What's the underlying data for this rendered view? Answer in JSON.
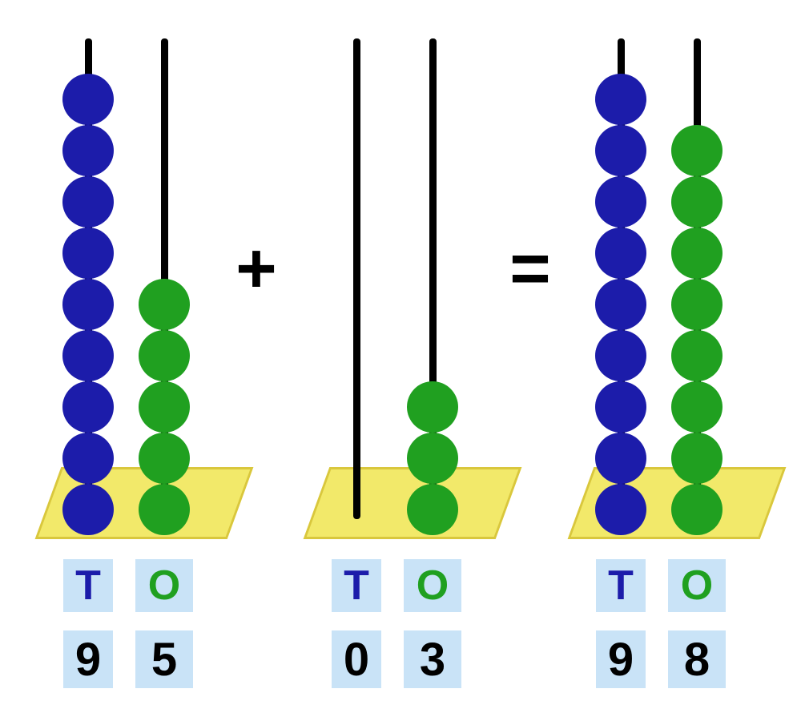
{
  "figure": {
    "type": "abacus-addition-diagram",
    "description": "Three place-value abacuses showing two-digit addition with tens and ones rods"
  },
  "operators": {
    "plus": "+",
    "equals": "="
  },
  "colors": {
    "bead_tens": "#1c1caa",
    "bead_ones": "#20a020",
    "base": "#f2e96a",
    "base_border": "#d9c73d",
    "box": "#c9e3f7",
    "label_tens": "#1c1caa",
    "label_ones": "#20a020",
    "digit": "#000000"
  },
  "abacuses": [
    {
      "name": "first-addend",
      "tens_label": "T",
      "ones_label": "O",
      "tens_beads": 9,
      "ones_beads": 5,
      "tens_digit": "9",
      "ones_digit": "5"
    },
    {
      "name": "second-addend",
      "tens_label": "T",
      "ones_label": "O",
      "tens_beads": 0,
      "ones_beads": 3,
      "tens_digit": "0",
      "ones_digit": "3"
    },
    {
      "name": "sum",
      "tens_label": "T",
      "ones_label": "O",
      "tens_beads": 9,
      "ones_beads": 8,
      "tens_digit": "9",
      "ones_digit": "8"
    }
  ]
}
